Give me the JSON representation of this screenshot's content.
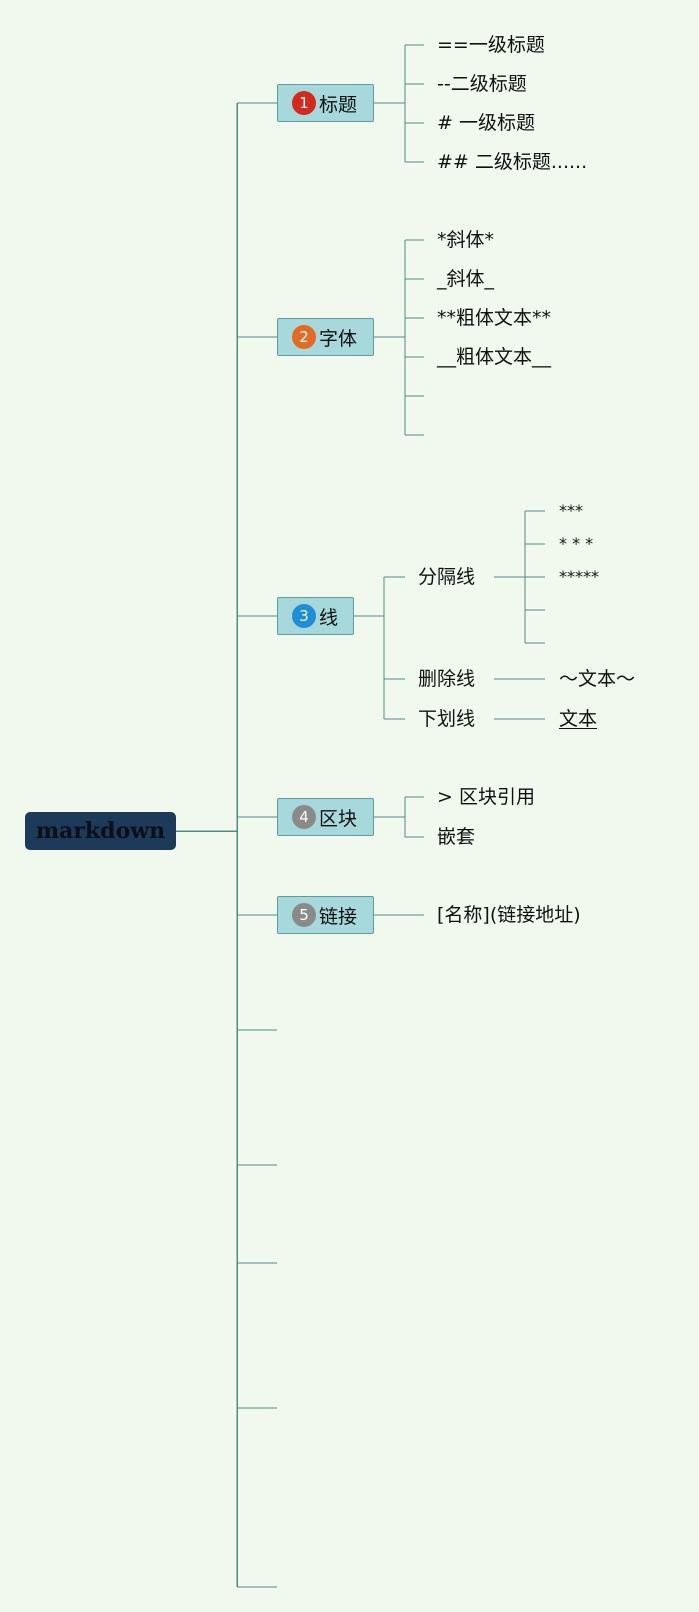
{
  "root": {
    "label": "markdown"
  },
  "topics": [
    {
      "label": "标题",
      "badge": "1",
      "badge_color": "#d4291d"
    },
    {
      "label": "字体",
      "badge": "2",
      "badge_color": "#e26a22"
    },
    {
      "label": "线",
      "badge": "3",
      "badge_color": "#1d8fd6"
    },
    {
      "label": "区块",
      "badge": "4",
      "badge_color": "#8a8a8a"
    },
    {
      "label": "链接",
      "badge": "5",
      "badge_color": "#8a8a8a"
    }
  ],
  "headings": {
    "items": [
      "==一级标题",
      "--二级标题",
      "# 一级标题",
      "## 二级标题......"
    ]
  },
  "fonts": {
    "items": [
      "*斜体*",
      "_斜体_",
      "**粗体文本**",
      "__粗体文本__"
    ]
  },
  "lines": {
    "divider": {
      "label": "分隔线",
      "items": [
        "***",
        "* * *",
        "*****"
      ]
    },
    "strike": {
      "label": "删除线",
      "example": "～文本～"
    },
    "underline": {
      "label": "下划线",
      "example": "文本"
    }
  },
  "blocks": {
    "items": [
      "> 区块引用",
      "嵌套"
    ]
  },
  "links": {
    "items": [
      "[名称](链接地址)"
    ]
  },
  "colors": {
    "background": "#f1f9ee",
    "line": "#4f8b85",
    "root_fill": "#1e3a5a",
    "topic_fill": "#a6d8dc",
    "topic_border": "#5f9c9e"
  }
}
